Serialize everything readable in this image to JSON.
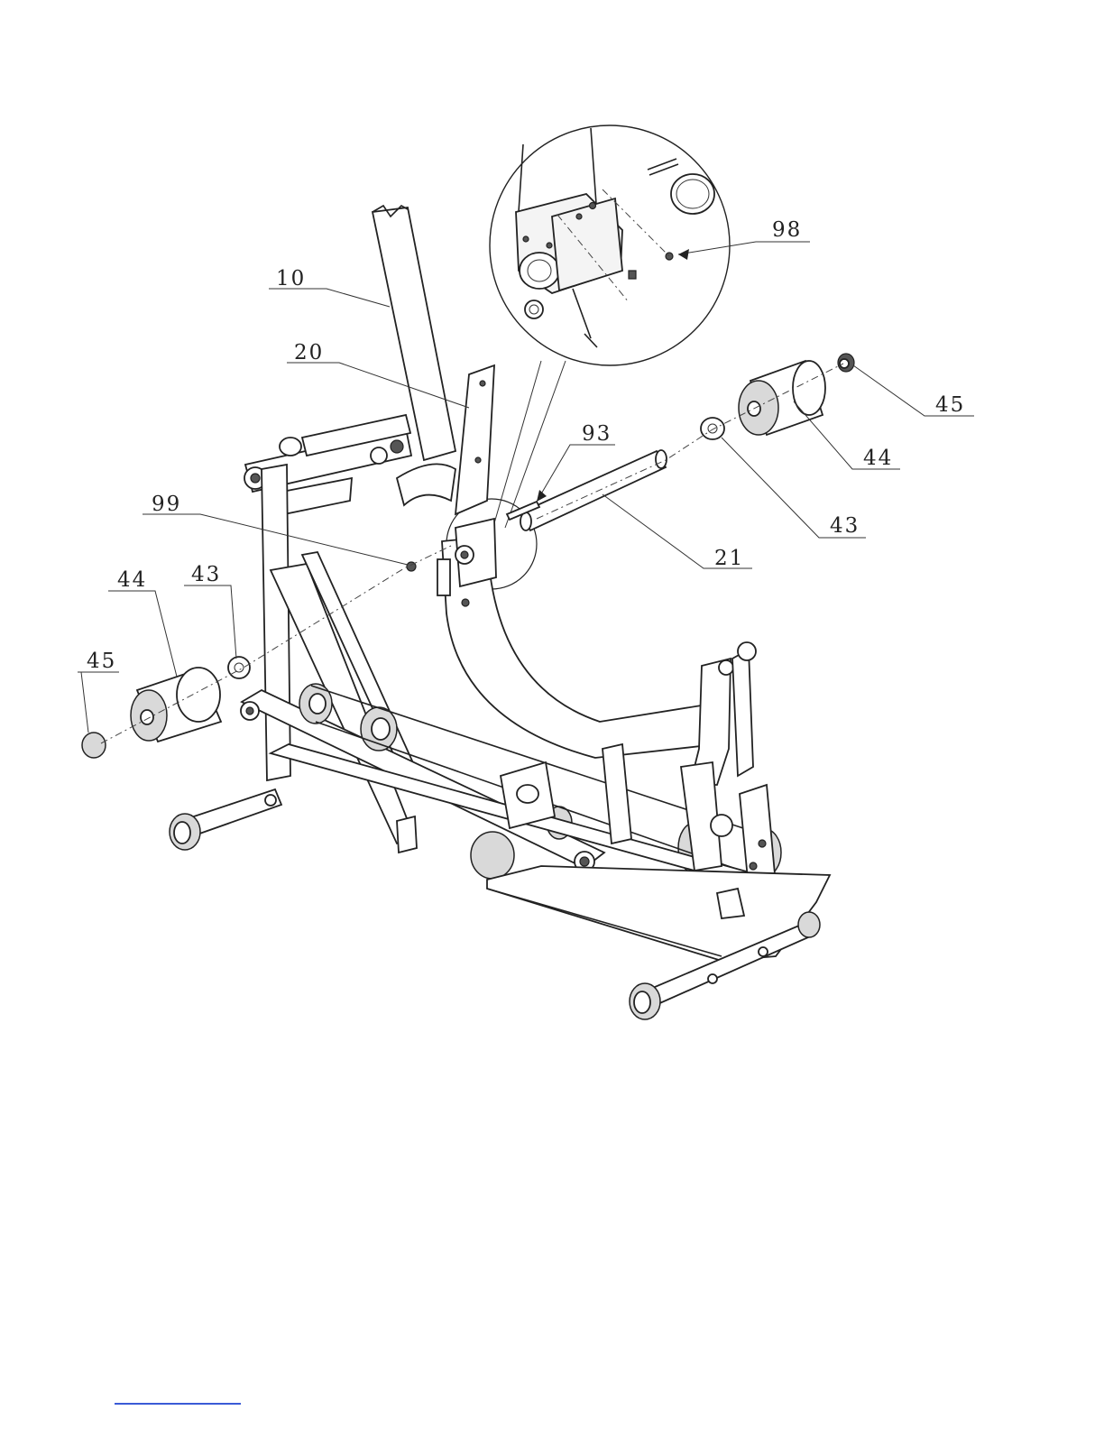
{
  "callouts": [
    {
      "id": "c10",
      "label": "10"
    },
    {
      "id": "c20",
      "label": "20"
    },
    {
      "id": "c98",
      "label": "98"
    },
    {
      "id": "c45r",
      "label": "45"
    },
    {
      "id": "c44r",
      "label": "44"
    },
    {
      "id": "c93",
      "label": "93"
    },
    {
      "id": "c43r",
      "label": "43"
    },
    {
      "id": "c21",
      "label": "21"
    },
    {
      "id": "c99",
      "label": "99"
    },
    {
      "id": "c44l",
      "label": "44"
    },
    {
      "id": "c43l",
      "label": "43"
    },
    {
      "id": "c45l",
      "label": "45"
    }
  ],
  "colors": {
    "ink": "#222222",
    "link": "#3b5bd6"
  }
}
